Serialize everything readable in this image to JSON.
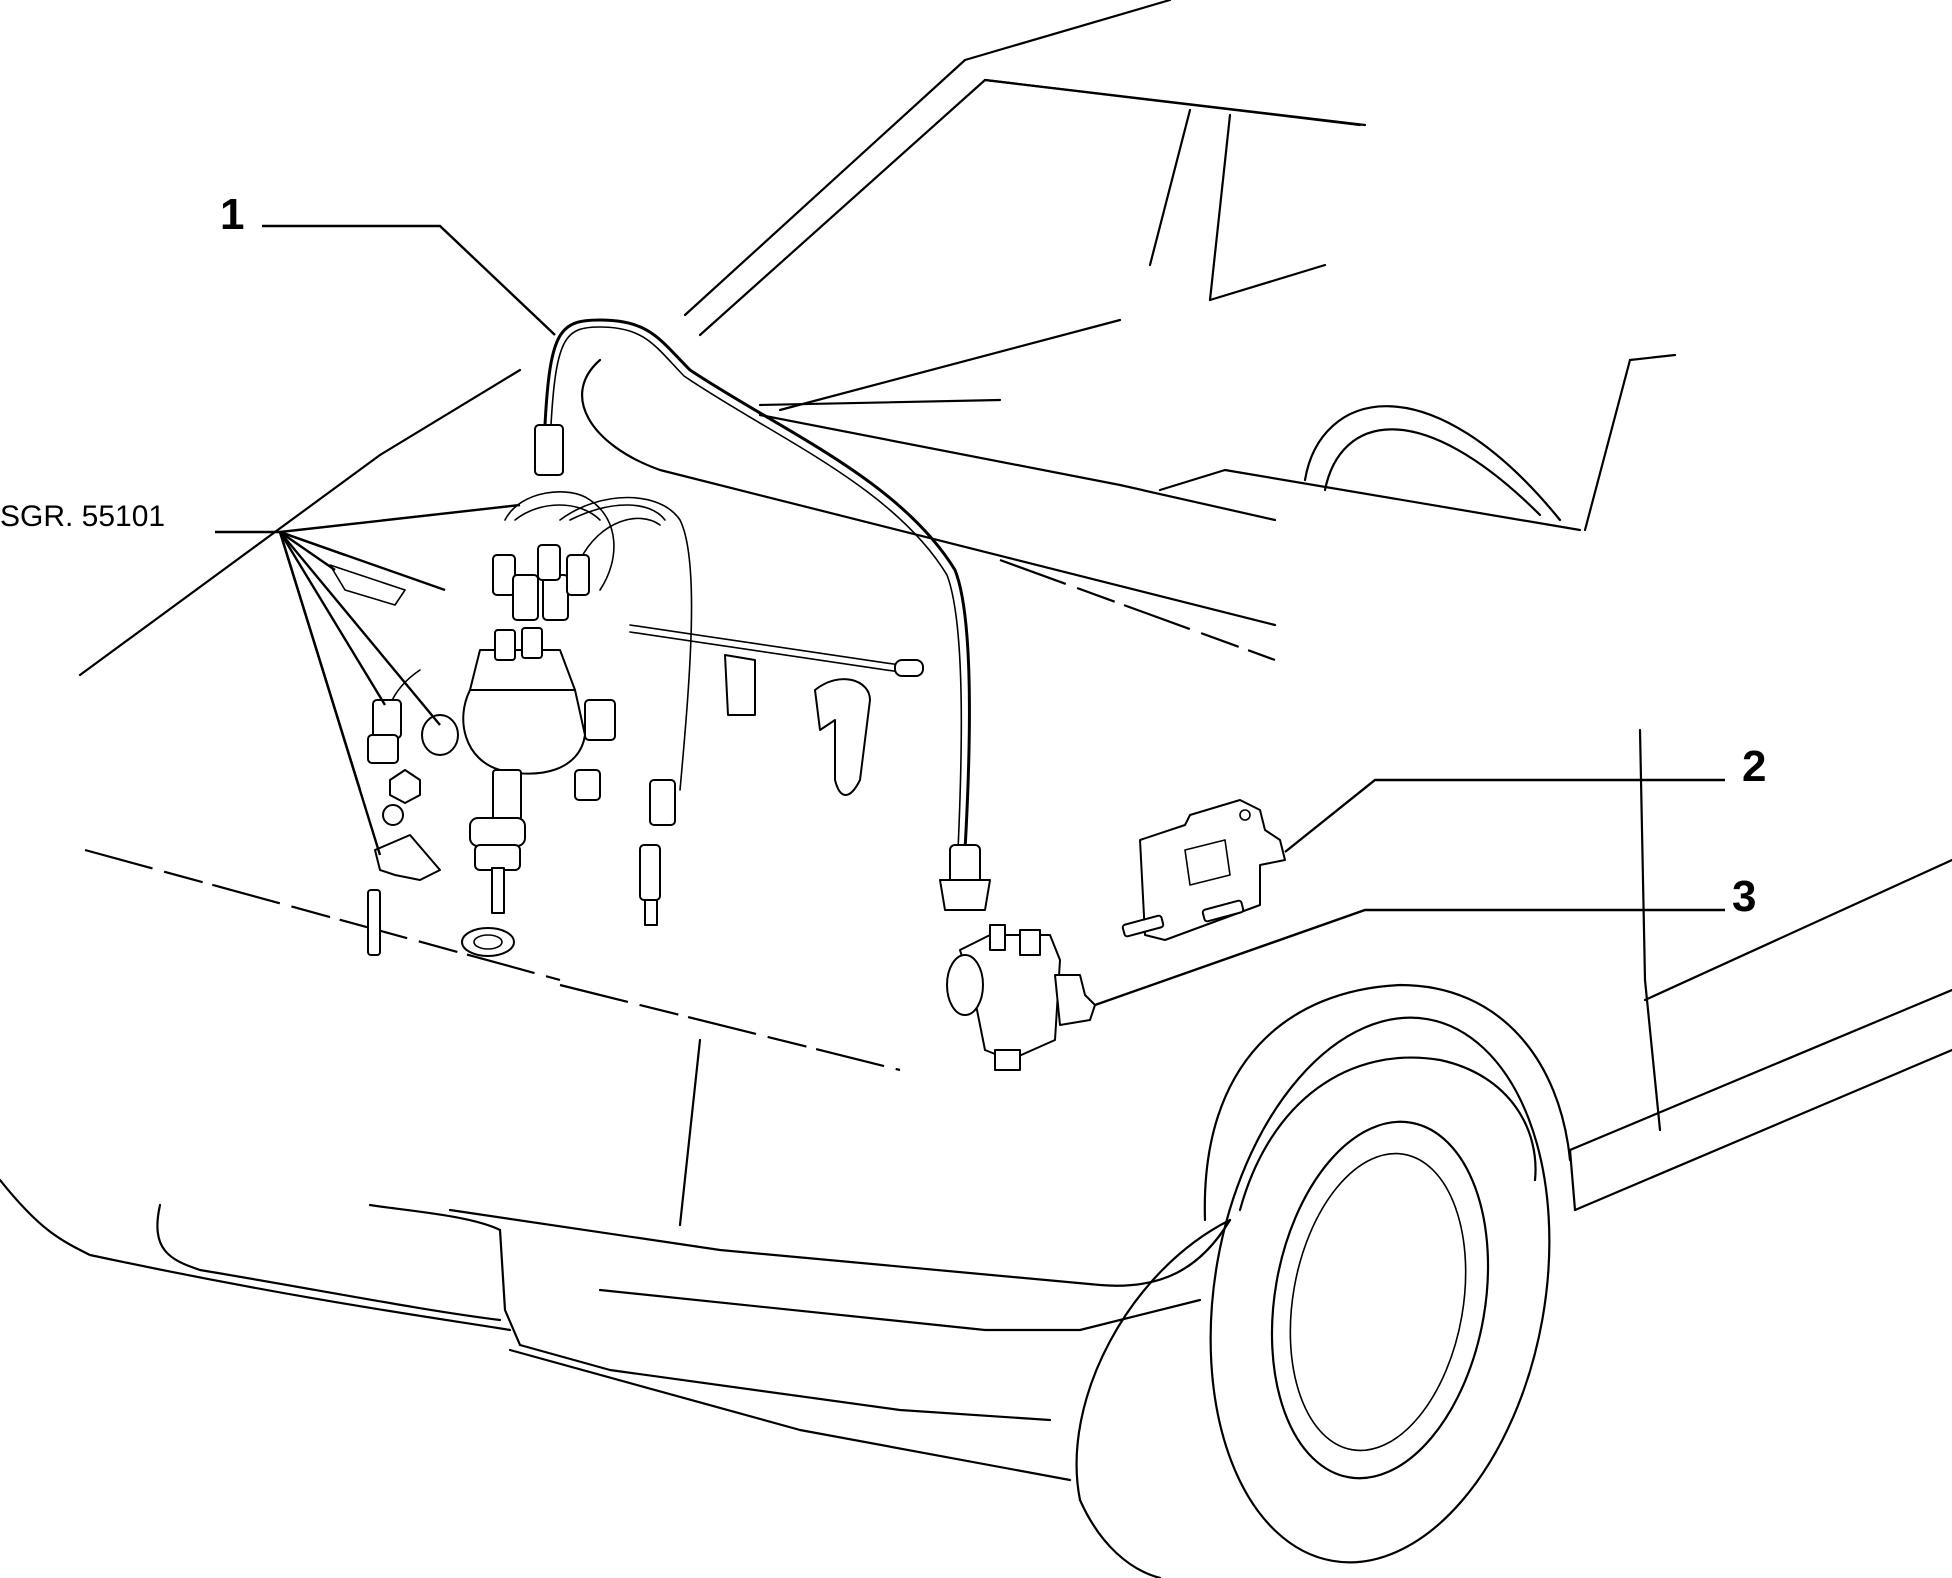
{
  "callouts": {
    "part_1": "1",
    "part_2": "2",
    "part_3": "3",
    "reference": "SGR. 55101"
  },
  "colors": {
    "ink": "#000000",
    "paper": "#ffffff"
  }
}
